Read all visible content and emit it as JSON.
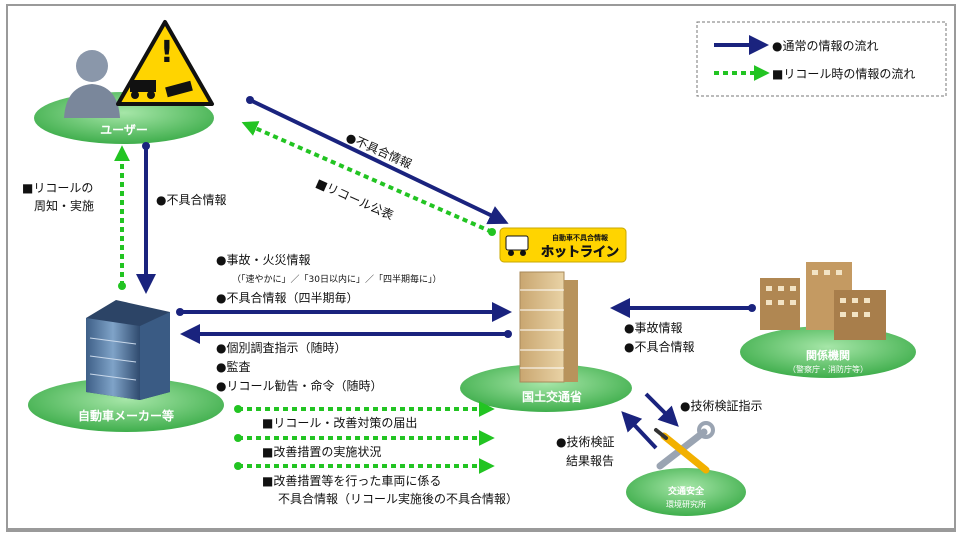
{
  "legend": {
    "normal_flow": "●通常の情報の流れ",
    "recall_flow": "■リコール時の情報の流れ"
  },
  "nodes": {
    "user": "ユーザー",
    "maker": "自動車メーカー等",
    "mlit": "国土交通省",
    "agencies": "関係機関",
    "agencies_sub": "（警察庁・消防庁等）",
    "ntsel_line1": "交通安全",
    "ntsel_line2": "環境研究所"
  },
  "hotline": {
    "small": "自動車不具合情報",
    "main": "ホットライン"
  },
  "labels": {
    "user_to_mlit": "●不具合情報",
    "recall_announce": "■リコール公表",
    "recall_notice_line1": "■リコールの",
    "recall_notice_line2": "周知・実施",
    "user_to_maker": "●不具合情報",
    "accident_fire": "●事故・火災情報",
    "accident_fire_sub": "（「速やかに」／「30日以内に」／「四半期毎に」）",
    "defect_quarterly": "●不具合情報（四半期毎）",
    "individual_investigation": "●個別調査指示（随時）",
    "audit": "●監査",
    "recall_order": "●リコール勧告・命令（随時）",
    "recall_report": "■リコール・改善対策の届出",
    "implementation_status": "■改善措置の実施状況",
    "post_recall_line1": "■改善措置等を行った車両に係る",
    "post_recall_line2": "不具合情報（リコール実施後の不具合情報）",
    "agency_info_line1": "●事故情報",
    "agency_info_line2": "●不具合情報",
    "tech_verification_order": "●技術検証指示",
    "tech_verification_report_line1": "●技術検証",
    "tech_verification_report_line2": "結果報告"
  },
  "colors": {
    "normal_arrow": "#1a237e",
    "recall_arrow": "#22c422",
    "ellipse": "#5ec46a",
    "label_text": "#ffffff"
  }
}
